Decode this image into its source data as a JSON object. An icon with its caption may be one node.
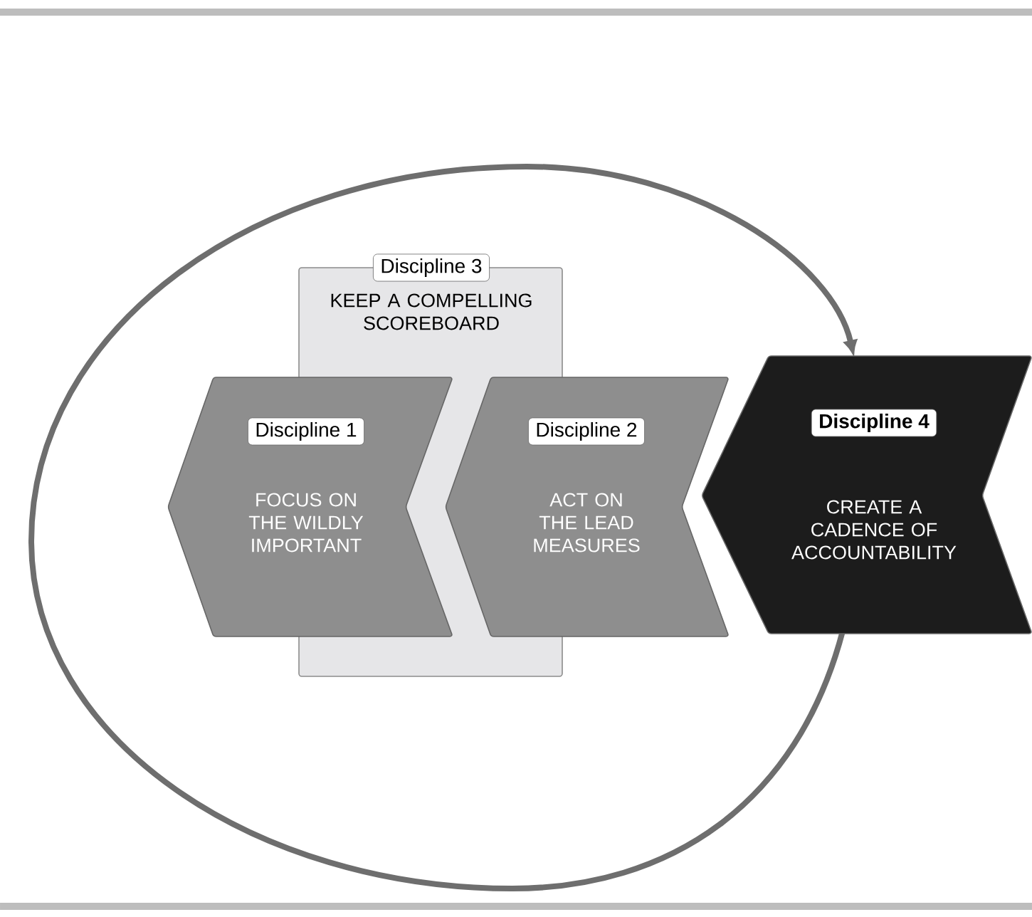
{
  "diagram": {
    "nodes": [
      {
        "text": [
          "Discipline 3",
          "KEEP A COMPELLING SCOREBOARD"
        ]
      },
      {
        "text": [
          "Discipline 1",
          "FOCUS ON THE WILDLY IMPORTANT"
        ]
      },
      {
        "text": [
          "Discipline 2",
          "ACT ON THE LEAD MEASURES"
        ]
      },
      {
        "text": [
          "Discipline 4",
          "CREATE A CADENCE OF ACCOUNTABILITY"
        ]
      }
    ],
    "edges": [
      {
        "from": 3,
        "to": 3,
        "arrow": "to"
      }
    ]
  }
}
